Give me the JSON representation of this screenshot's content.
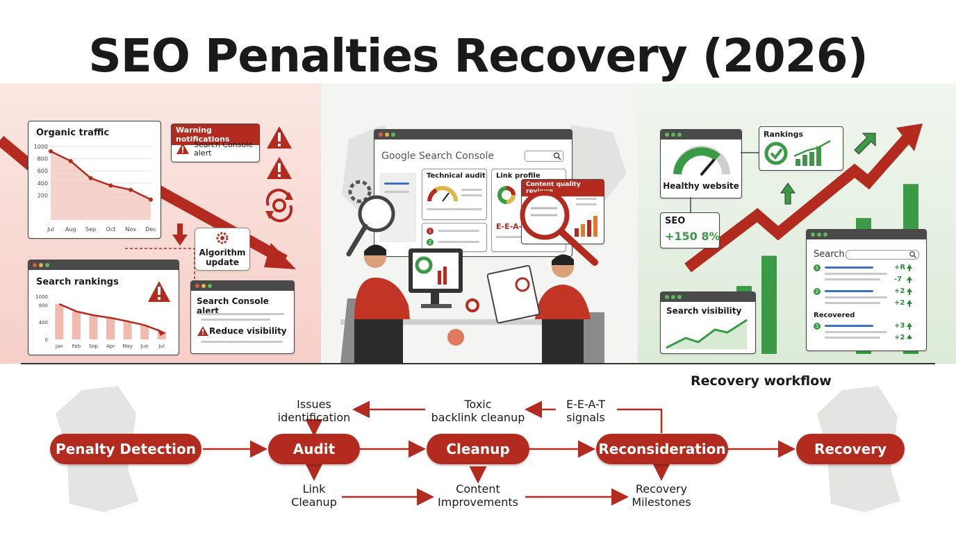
{
  "title": "SEO Penalties Recovery (2026)",
  "left": {
    "organic_traffic": {
      "title": "Organic traffic",
      "y_ticks": [
        "1000",
        "800",
        "600",
        "400",
        "200"
      ],
      "x_ticks": [
        "Jul",
        "Aug",
        "Sep",
        "Oct",
        "Nov",
        "Dec"
      ],
      "values": [
        920,
        760,
        480,
        360,
        290,
        130
      ]
    },
    "warning_notifications": {
      "header": "Warning notifications",
      "body": "Search Console alert"
    },
    "algorithm_update": "Algorithm update",
    "search_rankings": {
      "title": "Search rankings",
      "y_ticks": [
        "1000",
        "800",
        "400",
        "0"
      ],
      "x_ticks": [
        "Jan",
        "Feb",
        "Sop",
        "Apr",
        "May",
        "Jun",
        "Jul"
      ],
      "bars": [
        820,
        650,
        560,
        500,
        420,
        330,
        180
      ]
    },
    "search_console_alert": {
      "title": "Search Console alert",
      "body": "Reduce visibility"
    }
  },
  "middle": {
    "brand": "Google Search Console",
    "technical_audit": "Technical audit",
    "link_profile": "Link profile",
    "content_quality": "Content quality reviews",
    "eeat": "E-E-A-",
    "list_nums": [
      "1",
      "2"
    ]
  },
  "right": {
    "rankings": "Rankings",
    "healthy_website": "Healthy website",
    "seo": {
      "label": "SEO",
      "value": "+150 8%"
    },
    "search_visibility": "Search visibility",
    "search_panel": {
      "label": "Search",
      "items": [
        {
          "num": "1",
          "deltas": [
            "+R",
            "-7"
          ]
        },
        {
          "num": "2",
          "deltas": [
            "+2",
            "+2"
          ]
        },
        {
          "num": "3",
          "deltas": [
            "+3",
            "+2"
          ]
        }
      ],
      "recovered": "Recovered"
    },
    "bars": [
      0.22,
      0.36,
      0.52,
      0.72,
      0.9
    ]
  },
  "workflow": {
    "title": "Recovery workflow",
    "steps": [
      "Penalty Detection",
      "Audit",
      "Cleanup",
      "Reconsideration",
      "Recovery"
    ],
    "top_labels": [
      "Issues\nidentification",
      "Toxic\nbacklink cleanup",
      "E-E-A-T\nsignals"
    ],
    "bottom_labels": [
      "Link\nCleanup",
      "Content\nImprovements",
      "Recovery\nMilestones"
    ]
  },
  "colors": {
    "accent_red": "#b32b1f",
    "accent_green": "#3a9a46",
    "dark": "#1a1a1a"
  }
}
